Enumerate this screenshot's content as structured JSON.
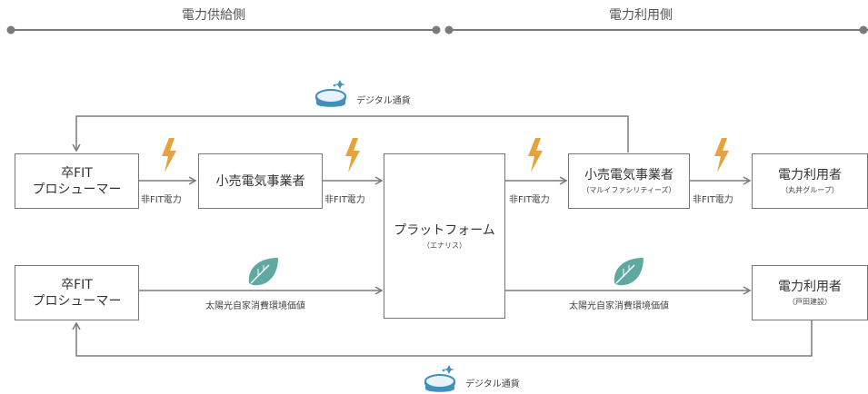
{
  "header": {
    "supply_side": "電力供給側",
    "demand_side": "電力利用側"
  },
  "nodes": {
    "prosumer_top": {
      "line1": "卒FIT",
      "line2": "プロシューマー"
    },
    "retailer_left": {
      "line1": "小売電気事業者"
    },
    "platform": {
      "line1": "プラットフォーム",
      "sub": "（エナリス）"
    },
    "retailer_right": {
      "line1": "小売電気事業者",
      "sub": "（マルイファシリティーズ）"
    },
    "user_top": {
      "line1": "電力利用者",
      "sub": "（丸井グループ）"
    },
    "prosumer_bottom": {
      "line1": "卒FIT",
      "line2": "プロシューマー"
    },
    "user_bottom": {
      "line1": "電力利用者",
      "sub": "（戸田建設）"
    }
  },
  "labels": {
    "non_fit_power": "非FIT電力",
    "solar_value": "太陽光自家消費環境価値",
    "digital_currency": "デジタル通貨"
  },
  "colors": {
    "line": "#7a7a7a",
    "bolt": "#e8a23a",
    "leaf": "#5fa9a0",
    "coin": "#3f8fbf"
  },
  "icons": [
    "lightning-icon",
    "leaf-icon",
    "coin-icon"
  ]
}
